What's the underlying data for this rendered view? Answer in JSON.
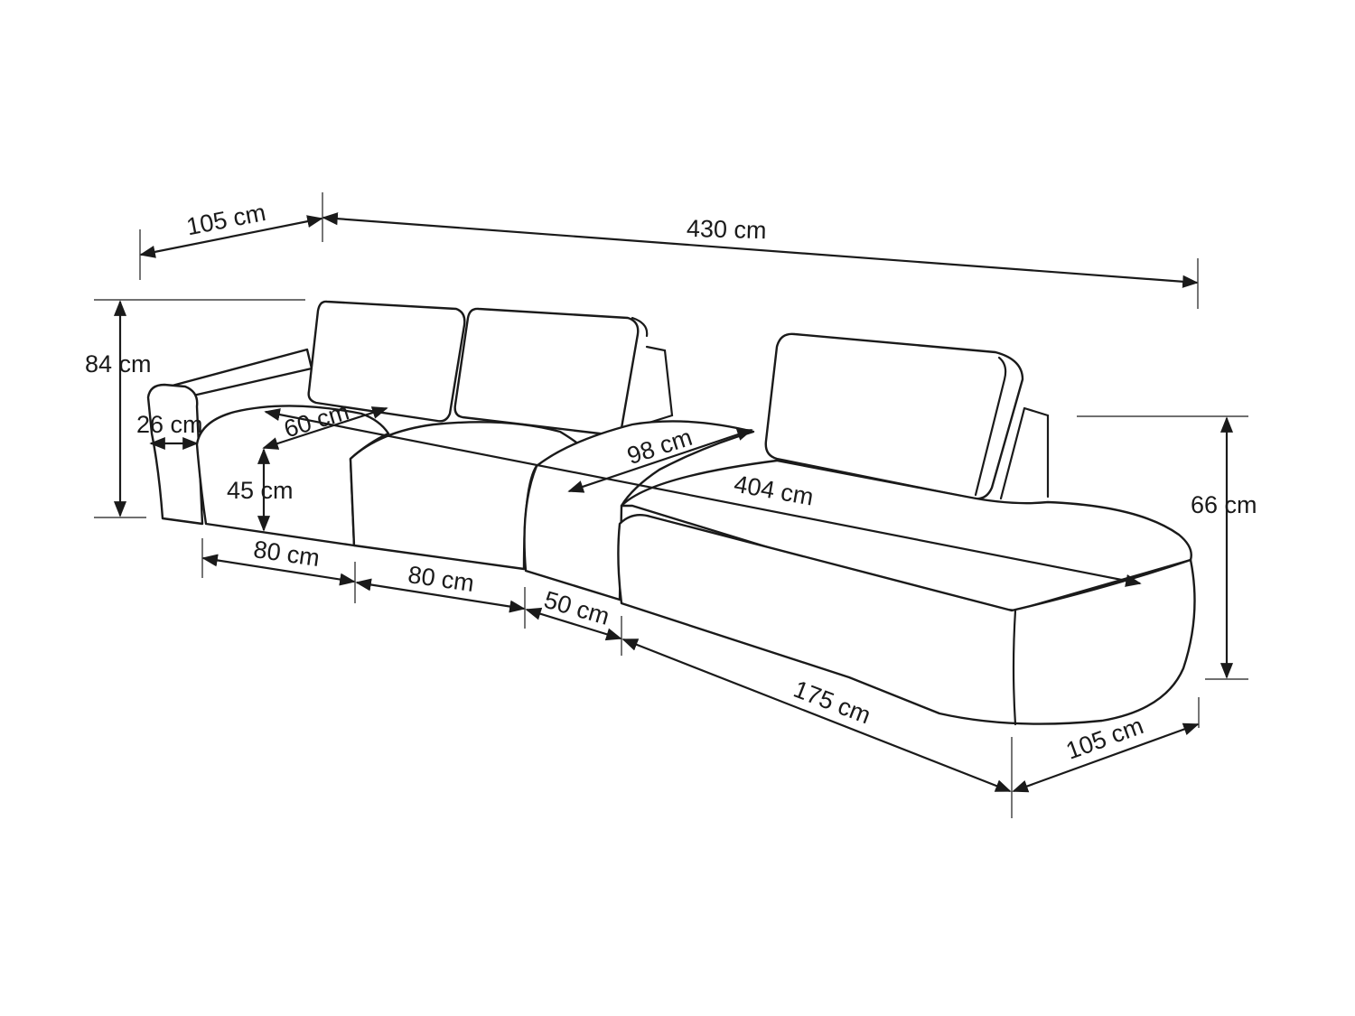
{
  "dimensions": {
    "depth_top": "105 cm",
    "length_total": "430 cm",
    "height_total": "84 cm",
    "armrest_width": "26 cm",
    "back_cushion_depth": "60 cm",
    "seat_height": "45 cm",
    "lounger_backrest_depth": "98 cm",
    "seat_depth": "404 cm",
    "lounger_height": "66 cm",
    "seat_width_1": "80 cm",
    "seat_width_2": "80 cm",
    "corner_width": "50 cm",
    "lounger_length": "175 cm",
    "lounger_width": "105 cm"
  }
}
